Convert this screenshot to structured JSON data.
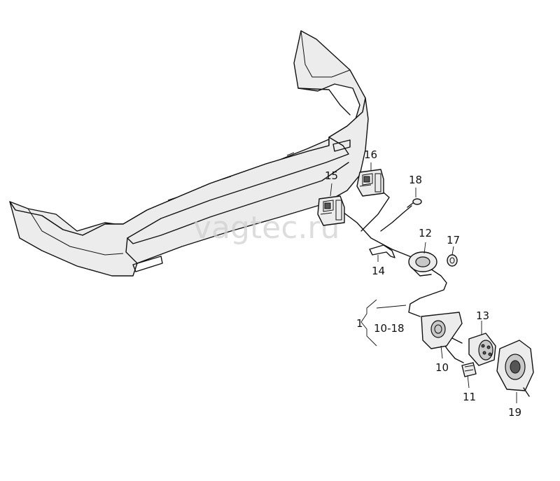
{
  "watermark": "vagtec.ru",
  "callouts": {
    "c1": "1",
    "c10_18": "10-18",
    "c10": "10",
    "c11": "11",
    "c12": "12",
    "c13": "13",
    "c14": "14",
    "c15": "15",
    "c16": "16",
    "c17": "17",
    "c18": "18",
    "c19": "19"
  }
}
